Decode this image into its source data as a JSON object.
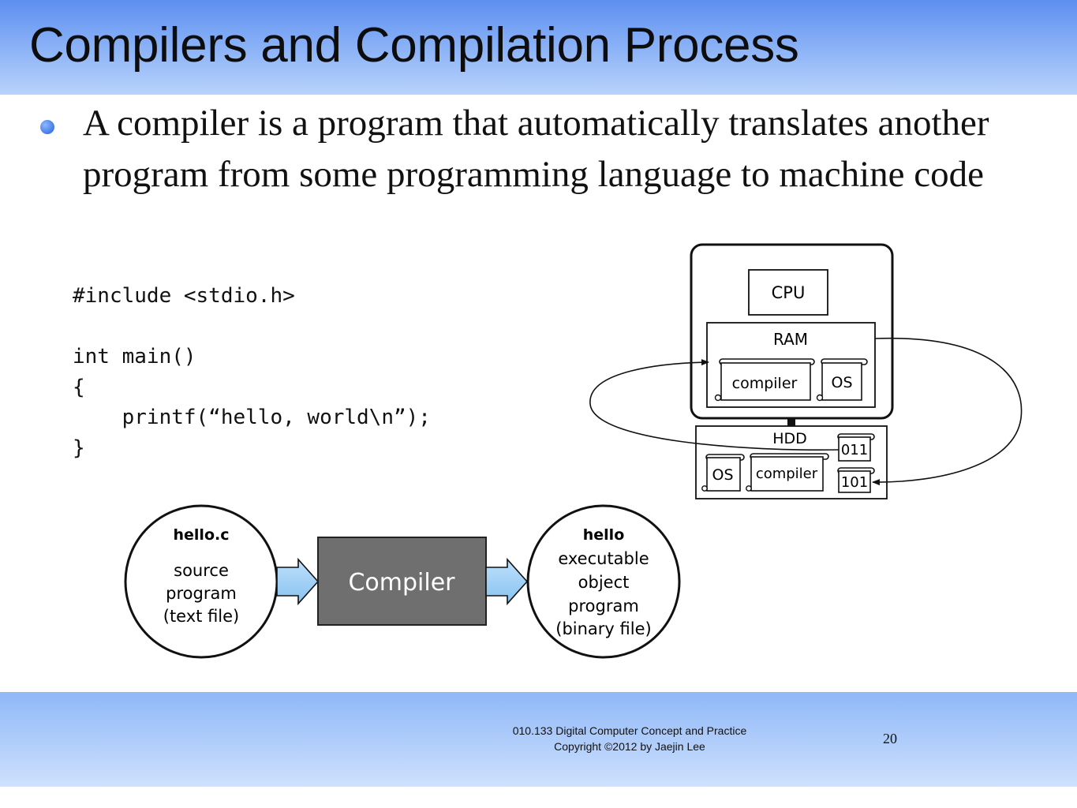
{
  "slide": {
    "title": "Compilers and Compilation Process",
    "bullet": "A compiler is a program that automatically translates another program from some programming language to machine code"
  },
  "code_lines": [
    "#include <stdio.h>",
    "",
    "int main()",
    "{",
    "    printf(“hello, world\\n”);",
    "}"
  ],
  "computer_diagram": {
    "cpu": "CPU",
    "ram": "RAM",
    "ram_compiler": "compiler",
    "ram_os": "OS",
    "hdd": "HDD",
    "hdd_os": "OS",
    "hdd_compiler": "compiler",
    "file_011": "011",
    "file_101": "101"
  },
  "flow": {
    "source_name": "hello.c",
    "source_desc": [
      "source",
      "program",
      "(text file)"
    ],
    "compiler": "Compiler",
    "output_name": "hello",
    "output_desc": [
      "executable",
      "object",
      "program",
      "(binary file)"
    ]
  },
  "footer": {
    "line1": "010.133 Digital Computer Concept and Practice",
    "line2": "Copyright ©2012 by Jaejin Lee",
    "page": "20"
  }
}
